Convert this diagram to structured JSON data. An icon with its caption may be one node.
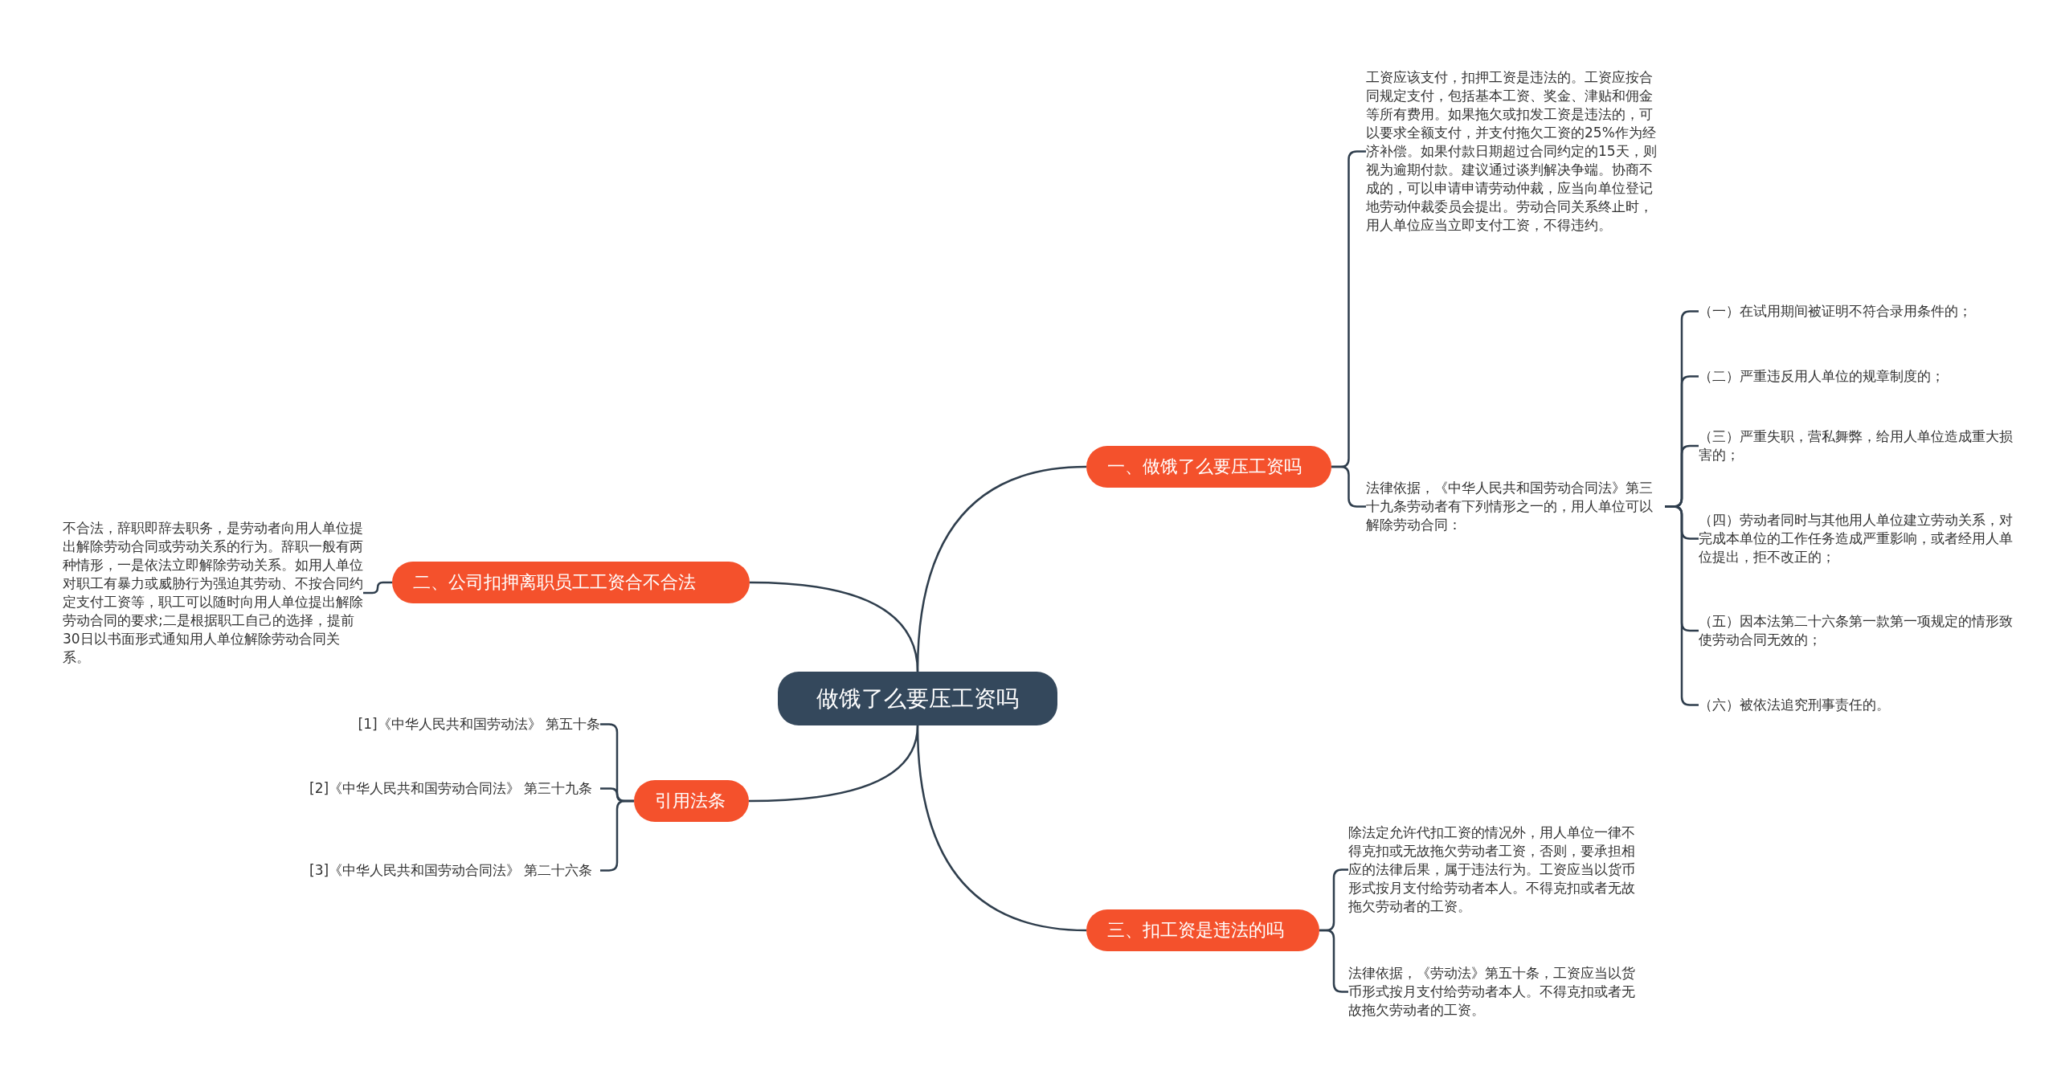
{
  "diagram": {
    "nodes": [
      {
        "text": [
          "做饿了么要压工资吗"
        ]
      },
      {
        "text": [
          "一、做饿了么要压工资吗"
        ]
      },
      {
        "text": [
          "工资应该支付，扣押工资是违法的。工资应按合同规定支付，包括基本工资、奖金、津贴和佣金等所有费用。如果拖欠或扣发工资是违法的，可以要求全额支付，并支付拖欠工资的25%作为经济补偿。如果付款日期超过合同约定的15天，则视为逾期付款。建议通过谈判解决争端。协商不成的，可以申请申请劳动仲裁，应当向单位登记地劳动仲裁委员会提出。劳动合同关系终止时，用人单位应当立即支付工资，不得违约。"
        ]
      },
      {
        "text": [
          "法律依据，《中华人民共和国劳动合同法》第三十九条劳动者有下列情形之一的，用人单位可以解除劳动合同："
        ]
      },
      {
        "text": [
          "（一）在试用期间被证明不符合录用条件的；"
        ]
      },
      {
        "text": [
          "（二）严重违反用人单位的规章制度的；"
        ]
      },
      {
        "text": [
          "（三）严重失职，营私舞弊，给用人单位造成重大损害的；"
        ]
      },
      {
        "text": [
          "（四）劳动者同时与其他用人单位建立劳动关系，对完成本单位的工作任务造成严重影响，或者经用人单位提出，拒不改正的；"
        ]
      },
      {
        "text": [
          "（五）因本法第二十六条第一款第一项规定的情形致使劳动合同无效的；"
        ]
      },
      {
        "text": [
          "（六）被依法追究刑事责任的。"
        ]
      },
      {
        "text": [
          "三、扣工资是违法的吗"
        ]
      },
      {
        "text": [
          "除法定允许代扣工资的情况外，用人单位一律不得克扣或无故拖欠劳动者工资，否则，要承担相应的法律后果，属于违法行为。工资应当以货币形式按月支付给劳动者本人。不得克扣或者无故拖欠劳动者的工资。"
        ]
      },
      {
        "text": [
          "法律依据，《劳动法》第五十条，工资应当以货币形式按月支付给劳动者本人。不得克扣或者无故拖欠劳动者的工资。"
        ]
      },
      {
        "text": [
          "二、公司扣押离职员工工资合不合法"
        ]
      },
      {
        "text": [
          "不合法，辞职即辞去职务，是劳动者向用人单位提出解除劳动合同或劳动关系的行为。辞职一般有两种情形，一是依法立即解除劳动关系。如用人单位对职工有暴力或威胁行为强迫其劳动、不按合同约定支付工资等，职工可以随时向用人单位提出解除劳动合同的要求;二是根据职工自己的选择，提前30日以书面形式通知用人单位解除劳动合同关系。"
        ]
      },
      {
        "text": [
          "引用法条"
        ]
      },
      {
        "text": [
          "[1]《中华人民共和国劳动法》 第五十条"
        ]
      },
      {
        "text": [
          "[2]《中华人民共和国劳动合同法》 第三十九条"
        ]
      },
      {
        "text": [
          "[3]《中华人民共和国劳动合同法》 第二十六条"
        ]
      }
    ],
    "edges": [
      {
        "from": 0,
        "to": 1,
        "arrow": "none"
      },
      {
        "from": 1,
        "to": 2,
        "arrow": "none"
      },
      {
        "from": 1,
        "to": 3,
        "arrow": "none"
      },
      {
        "from": 3,
        "to": 4,
        "arrow": "none"
      },
      {
        "from": 3,
        "to": 5,
        "arrow": "none"
      },
      {
        "from": 3,
        "to": 6,
        "arrow": "none"
      },
      {
        "from": 3,
        "to": 7,
        "arrow": "none"
      },
      {
        "from": 3,
        "to": 8,
        "arrow": "none"
      },
      {
        "from": 3,
        "to": 9,
        "arrow": "none"
      },
      {
        "from": 0,
        "to": 10,
        "arrow": "none"
      },
      {
        "from": 10,
        "to": 11,
        "arrow": "none"
      },
      {
        "from": 10,
        "to": 12,
        "arrow": "none"
      },
      {
        "from": 0,
        "to": 13,
        "arrow": "none"
      },
      {
        "from": 13,
        "to": 14,
        "arrow": "none"
      },
      {
        "from": 0,
        "to": 15,
        "arrow": "none"
      },
      {
        "from": 15,
        "to": 16,
        "arrow": "none"
      },
      {
        "from": 15,
        "to": 17,
        "arrow": "none"
      },
      {
        "from": 15,
        "to": 18,
        "arrow": "none"
      }
    ]
  }
}
